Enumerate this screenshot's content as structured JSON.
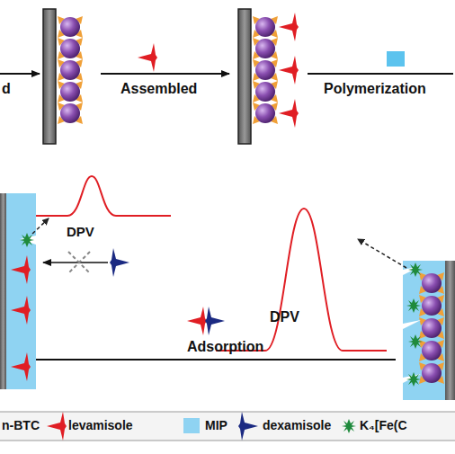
{
  "diagram": {
    "labels": [
      "d",
      "Assembled",
      "Polymerization",
      "DPV",
      "DPV",
      "Adsorption"
    ],
    "legend": [
      {
        "text": "n-BTC"
      },
      {
        "text": "levamisole"
      },
      {
        "text": "MIP",
        "color": "#8fd3f2"
      },
      {
        "text": "dexamisole"
      },
      {
        "text": "K₄[Fe(C"
      }
    ]
  }
}
